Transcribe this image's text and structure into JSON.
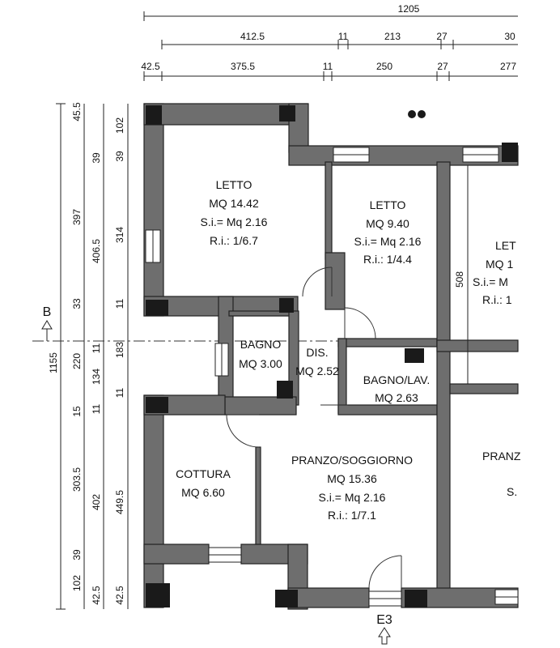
{
  "dimensions": {
    "total_width": "1205",
    "row2": [
      "412.5",
      "11",
      "213",
      "27",
      "30"
    ],
    "row3": [
      "42.5",
      "375.5",
      "11",
      "250",
      "27",
      "277"
    ],
    "left_outer": [
      "45.5",
      "397",
      "33",
      "220",
      "15",
      "303.5",
      "39",
      "102"
    ],
    "left_mid": [
      "39",
      "406.5",
      "11",
      "134",
      "11",
      "402",
      "42.5"
    ],
    "left_inner": [
      "102",
      "39",
      "314",
      "11",
      "183",
      "11",
      "449.5",
      "42.5"
    ],
    "total_height": "1155",
    "right_room": "508"
  },
  "rooms": {
    "letto1": {
      "name": "LETTO",
      "area": "MQ 14.42",
      "si": "S.i.= Mq 2.16",
      "ri": "R.i.: 1/6.7"
    },
    "letto2": {
      "name": "LETTO",
      "area": "MQ 9.40",
      "si": "S.i.= Mq 2.16",
      "ri": "R.i.: 1/4.4"
    },
    "letto3": {
      "name": "LET",
      "area": "MQ 1",
      "si": "S.i.= M",
      "ri": "R.i.: 1"
    },
    "bagno": {
      "name": "BAGNO",
      "area": "MQ 3.00"
    },
    "dis": {
      "name": "DIS.",
      "area": "MQ 2.52"
    },
    "bagno_lav": {
      "name": "BAGNO/LAV.",
      "area": "MQ 2.63"
    },
    "cottura": {
      "name": "COTTURA",
      "area": "MQ 6.60"
    },
    "pranzo": {
      "name": "PRANZO/SOGGIORNO",
      "area": "MQ 15.36",
      "si": "S.i.= Mq 2.16",
      "ri": "R.i.: 1/7.1"
    },
    "pranzo_right": {
      "name": "PRANZ",
      "si": "S."
    }
  },
  "section_markers": {
    "left": "B",
    "bottom": "E3"
  },
  "colors": {
    "wall": "#6e6e6e",
    "pillar": "#1a1a1a",
    "line": "#222222"
  }
}
